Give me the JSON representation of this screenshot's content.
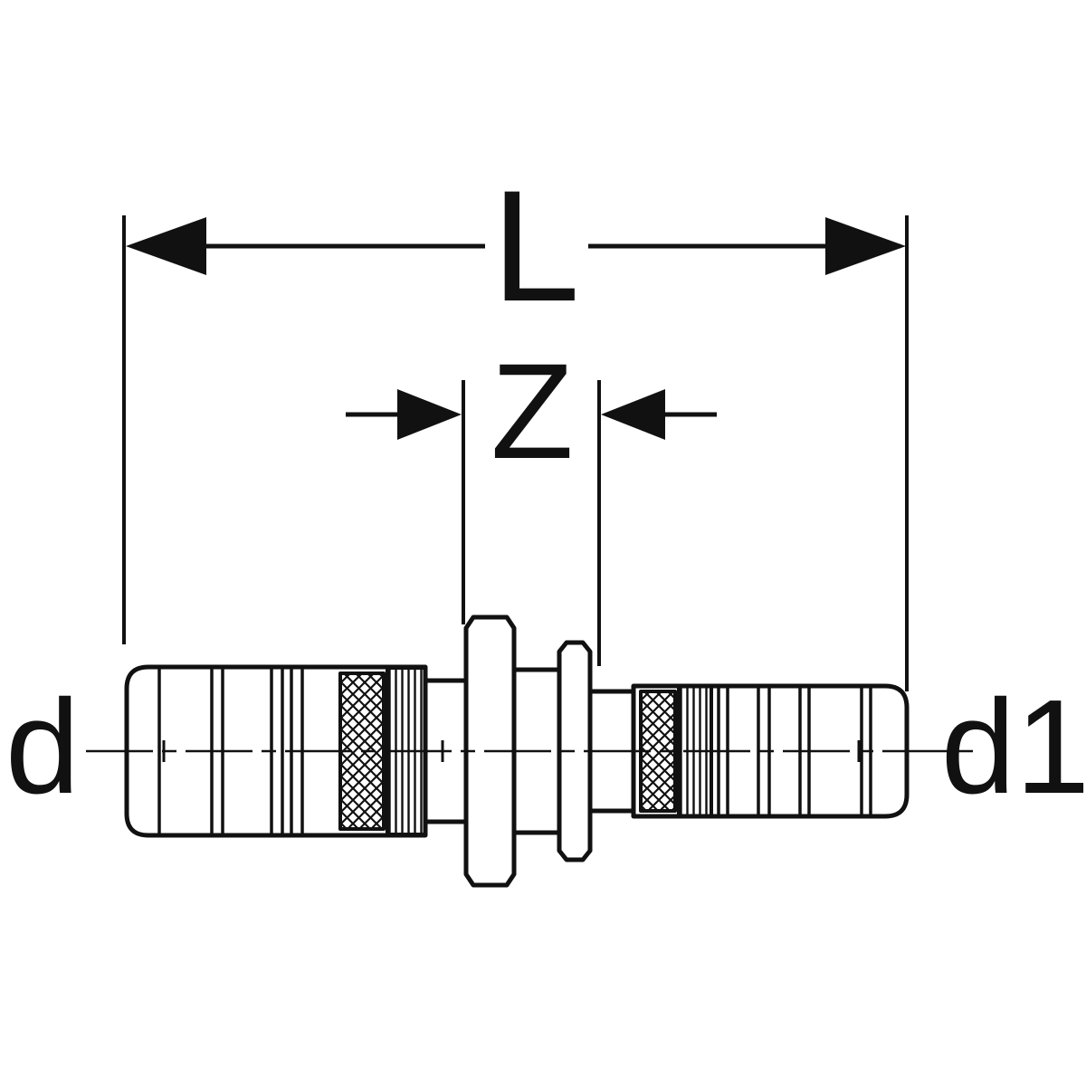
{
  "diagram": {
    "type": "technical-drawing",
    "labels": {
      "length_label": "L",
      "offset_label": "Z",
      "left_pipe_label": "d",
      "right_pipe_label": "d1"
    },
    "colors": {
      "line": "#111111",
      "background": "#ffffff"
    }
  }
}
